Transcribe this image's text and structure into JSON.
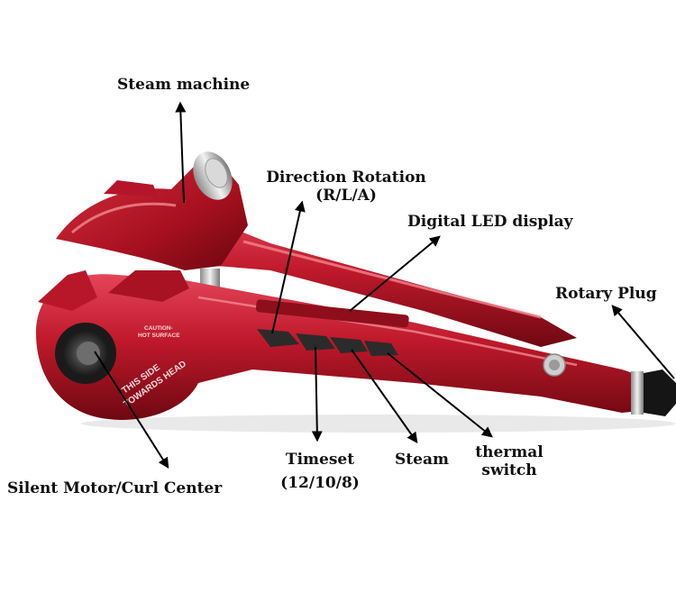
{
  "colors": {
    "body_red": "#c0192b",
    "body_dark": "#7a0a15",
    "highlight": "#f0707c",
    "button": "#2b2b2b",
    "label": "#111111",
    "arrow": "#000000"
  },
  "labels": {
    "steam_machine": "Steam machine",
    "direction_rotation": "Direction Rotation",
    "direction_modes": "(R/L/A)",
    "digital_led": "Digital LED display",
    "rotary_plug": "Rotary Plug",
    "silent_motor": "Silent Motor/Curl Center",
    "timeset": "Timeset",
    "timeset_values": "(12/10/8)",
    "steam": "Steam",
    "thermal_line1": "thermal",
    "thermal_line2": "switch"
  },
  "product_markings": {
    "caution_line1": "CAUTION-",
    "caution_line2": "HOT SURFACE",
    "side_line1": "THIS SIDE",
    "side_line2": "TOWARDS HEAD"
  }
}
